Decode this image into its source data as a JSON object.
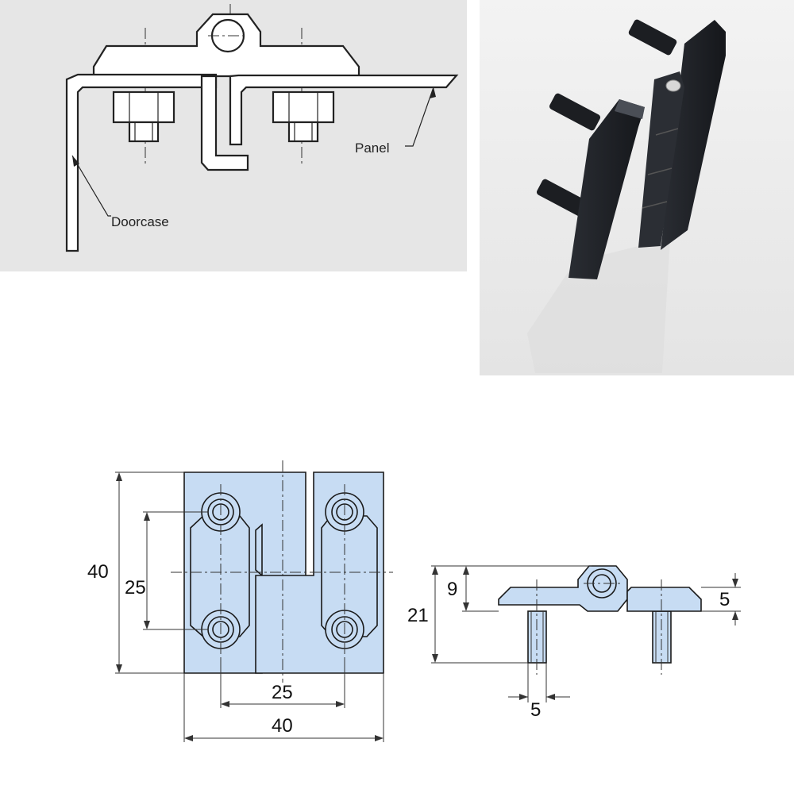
{
  "install_diagram": {
    "labels": {
      "panel": "Panel",
      "doorcase": "Doorcase"
    }
  },
  "product_photo": {
    "icon": "hinge-photo-icon",
    "colors": {
      "hinge_body": "#1f2228",
      "background": "#f0f0f0"
    }
  },
  "front_view": {
    "width": "40",
    "height": "40",
    "hole_vertical_spacing": "25",
    "hole_horizontal_spacing": "25"
  },
  "side_view": {
    "total_height": "21",
    "knuckle_height": "9",
    "leaf_thickness": "5",
    "stud_diameter": "5"
  },
  "colors": {
    "part_fill": "#c7dcf3",
    "line": "#1a1a1a"
  }
}
